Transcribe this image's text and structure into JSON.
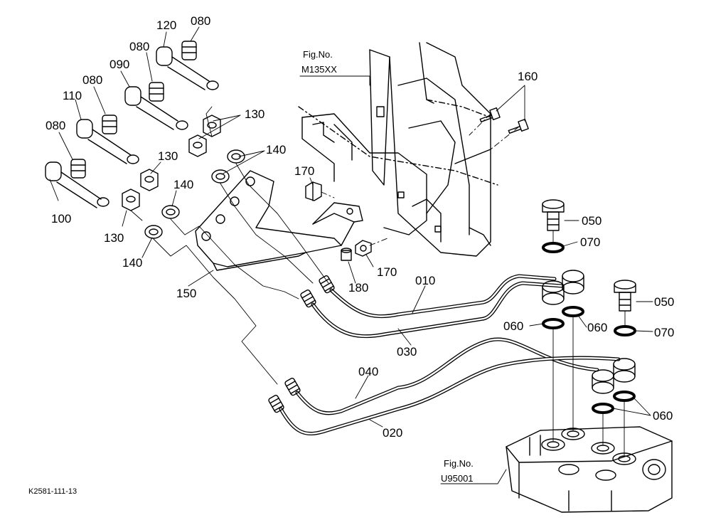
{
  "figure_refs": {
    "top": {
      "line1": "Fig.No.",
      "line2": "M135XX"
    },
    "bottom": {
      "line1": "Fig.No.",
      "line2": "U95001"
    }
  },
  "image_code": "K2581-111-13",
  "callouts": [
    {
      "id": "c120",
      "label": "120"
    },
    {
      "id": "c080a",
      "label": "080"
    },
    {
      "id": "c080b",
      "label": "080"
    },
    {
      "id": "c090",
      "label": "090"
    },
    {
      "id": "c080c",
      "label": "080"
    },
    {
      "id": "c110",
      "label": "110"
    },
    {
      "id": "c080d",
      "label": "080"
    },
    {
      "id": "c100",
      "label": "100"
    },
    {
      "id": "c130a",
      "label": "130"
    },
    {
      "id": "c130b",
      "label": "130"
    },
    {
      "id": "c130c",
      "label": "130"
    },
    {
      "id": "c140a",
      "label": "140"
    },
    {
      "id": "c140b",
      "label": "140"
    },
    {
      "id": "c140c",
      "label": "140"
    },
    {
      "id": "c150",
      "label": "150"
    },
    {
      "id": "c160",
      "label": "160"
    },
    {
      "id": "c170a",
      "label": "170"
    },
    {
      "id": "c170b",
      "label": "170"
    },
    {
      "id": "c180",
      "label": "180"
    },
    {
      "id": "c010",
      "label": "010"
    },
    {
      "id": "c030",
      "label": "030"
    },
    {
      "id": "c040",
      "label": "040"
    },
    {
      "id": "c020",
      "label": "020"
    },
    {
      "id": "c050a",
      "label": "050"
    },
    {
      "id": "c070a",
      "label": "070"
    },
    {
      "id": "c050b",
      "label": "050"
    },
    {
      "id": "c060a",
      "label": "060"
    },
    {
      "id": "c060b",
      "label": "060"
    },
    {
      "id": "c070b",
      "label": "070"
    },
    {
      "id": "c060c",
      "label": "060"
    }
  ]
}
